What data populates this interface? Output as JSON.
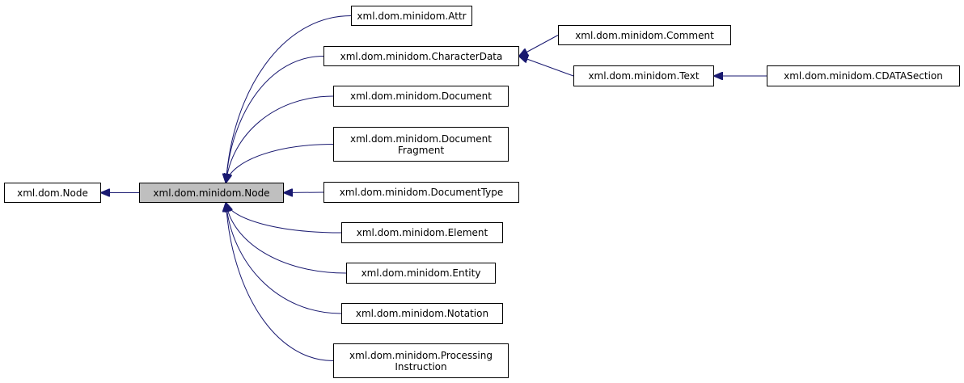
{
  "diagram": {
    "edge_color": "#191970",
    "highlight_fill": "#bfbfbf",
    "nodes": {
      "xml_dom_node": {
        "lines": [
          "xml.dom.Node"
        ]
      },
      "minidom_node": {
        "lines": [
          "xml.dom.minidom.Node"
        ],
        "current": true
      },
      "attr": {
        "lines": [
          "xml.dom.minidom.Attr"
        ]
      },
      "character_data": {
        "lines": [
          "xml.dom.minidom.CharacterData"
        ]
      },
      "comment": {
        "lines": [
          "xml.dom.minidom.Comment"
        ]
      },
      "text": {
        "lines": [
          "xml.dom.minidom.Text"
        ]
      },
      "cdata_section": {
        "lines": [
          "xml.dom.minidom.CDATASection"
        ]
      },
      "document": {
        "lines": [
          "xml.dom.minidom.Document"
        ]
      },
      "document_fragment": {
        "lines": [
          "xml.dom.minidom.Document",
          "Fragment"
        ]
      },
      "document_type": {
        "lines": [
          "xml.dom.minidom.DocumentType"
        ]
      },
      "element": {
        "lines": [
          "xml.dom.minidom.Element"
        ]
      },
      "entity": {
        "lines": [
          "xml.dom.minidom.Entity"
        ]
      },
      "notation": {
        "lines": [
          "xml.dom.minidom.Notation"
        ]
      },
      "processing_instruction": {
        "lines": [
          "xml.dom.minidom.Processing",
          "Instruction"
        ]
      }
    },
    "edges": [
      {
        "from": "minidom_node",
        "to": "xml_dom_node"
      },
      {
        "from": "attr",
        "to": "minidom_node"
      },
      {
        "from": "character_data",
        "to": "minidom_node"
      },
      {
        "from": "document",
        "to": "minidom_node"
      },
      {
        "from": "document_fragment",
        "to": "minidom_node"
      },
      {
        "from": "document_type",
        "to": "minidom_node"
      },
      {
        "from": "element",
        "to": "minidom_node"
      },
      {
        "from": "entity",
        "to": "minidom_node"
      },
      {
        "from": "notation",
        "to": "minidom_node"
      },
      {
        "from": "processing_instruction",
        "to": "minidom_node"
      },
      {
        "from": "comment",
        "to": "character_data"
      },
      {
        "from": "text",
        "to": "character_data"
      },
      {
        "from": "cdata_section",
        "to": "text"
      }
    ]
  }
}
